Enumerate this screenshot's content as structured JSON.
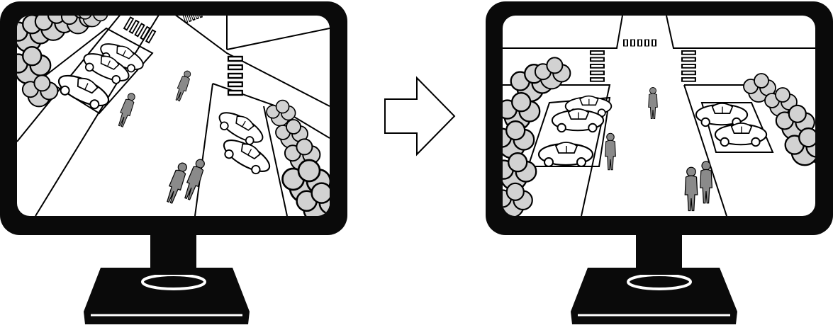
{
  "colors": {
    "bezel": "#0a0a0a",
    "screen": "#ffffff",
    "foliage": "#d2d2d2",
    "figure": "#8a8a8a",
    "line": "#000000",
    "background": "#ffffff"
  },
  "icons": {
    "monitor": "monitor-icon",
    "arrow": "arrow-right-icon",
    "car": "car-icon",
    "tree": "tree-icon",
    "person": "person-icon",
    "crosswalk": "crosswalk-icon"
  },
  "scenes": [
    {
      "id": "before",
      "view": "tilted-distorted",
      "cars": 5,
      "people": 4
    },
    {
      "id": "after",
      "view": "corrected-level",
      "cars": 5,
      "people": 4
    }
  ]
}
